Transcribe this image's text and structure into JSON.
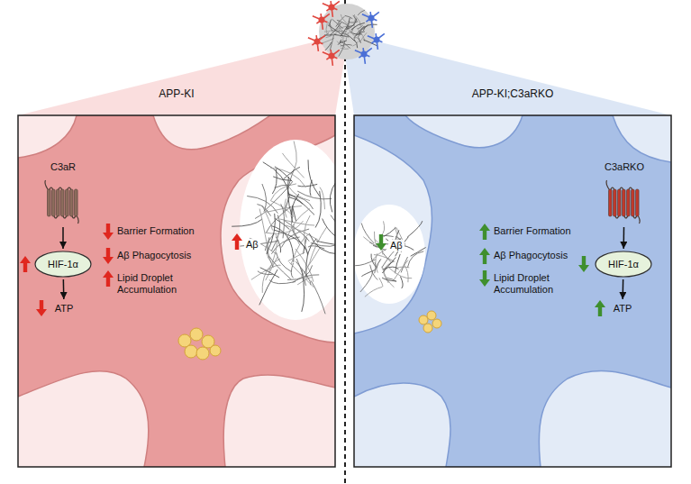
{
  "diagram": {
    "nodes": [
      {
        "text": [
          "APP-KI"
        ]
      },
      {
        "text": [
          "C3aR"
        ],
        "in": 0
      },
      {
        "text": [
          "HIF-1α"
        ],
        "in": 0
      },
      {
        "text": [
          "ATP"
        ],
        "in": 0
      },
      {
        "text": [
          "APP-KI;C3aRKO"
        ]
      },
      {
        "text": [
          "C3aRKO"
        ],
        "in": 4
      },
      {
        "text": [
          "HIF-1α"
        ],
        "in": 4
      },
      {
        "text": [
          "ATP"
        ],
        "in": 4
      }
    ],
    "edges": [
      {
        "from": 1,
        "to": 2,
        "arrow": "to"
      },
      {
        "from": 2,
        "to": 3,
        "arrow": "to"
      },
      {
        "from": 5,
        "to": 6,
        "arrow": "to"
      },
      {
        "from": 6,
        "to": 7,
        "arrow": "to"
      }
    ],
    "labels": [
      "Barrier Formation",
      "Aβ Phagocytosis",
      "Lipid Droplet Accumulation",
      "Aβ",
      "Aβ",
      "Barrier Formation",
      "Aβ Phagocytosis",
      "Lipid Droplet Accumulation"
    ]
  }
}
